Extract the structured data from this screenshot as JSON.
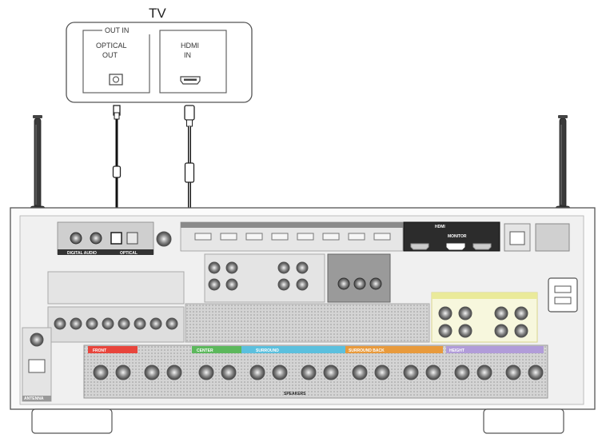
{
  "tv": {
    "title": "TV",
    "out_in_label": "OUT IN",
    "optical_out_line1": "OPTICAL",
    "optical_out_line2": "OUT",
    "hdmi_in_line1": "HDMI",
    "hdmi_in_line2": "IN"
  },
  "receiver": {
    "digital_audio_label": "DIGITAL AUDIO",
    "optical_label": "OPTICAL",
    "hdmi_label": "HDMI",
    "monitor_label": "MONITOR",
    "speakers_label": "SPEAKERS",
    "front_label": "FRONT",
    "center_label": "CENTER",
    "surround_label": "SURROUND",
    "surround_back_label": "SURROUND BACK",
    "height_label": "HEIGHT",
    "antenna_label": "ANTENNA"
  },
  "colors": {
    "front": "#e8453c",
    "center": "#5cb85c",
    "surround": "#5bc0de",
    "surround_back": "#e89a3c",
    "height": "#b19cd9",
    "panel": "#d6d6d6"
  }
}
